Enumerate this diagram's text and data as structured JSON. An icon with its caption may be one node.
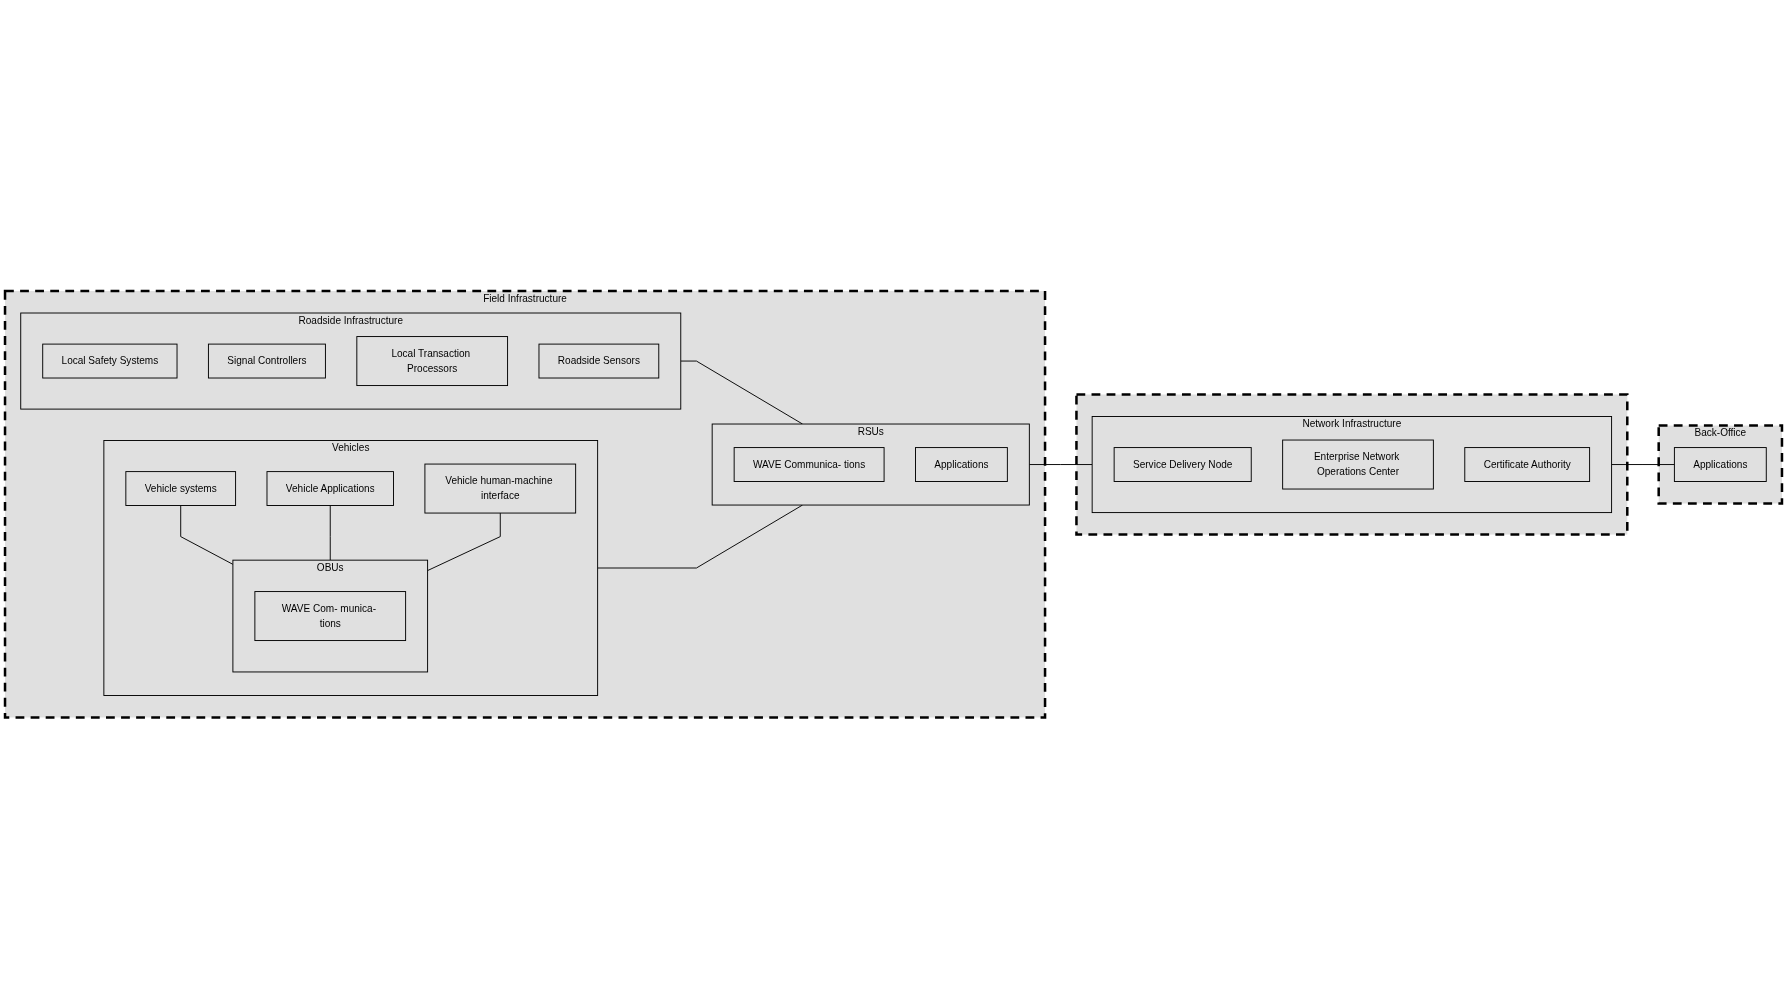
{
  "diagram": {
    "nodes": [
      {
        "text": [
          "Field Infrastructure"
        ]
      },
      {
        "text": [
          "Roadside Infrastructure"
        ],
        "in": 0
      },
      {
        "text": [
          "Local Safety Systems"
        ],
        "in": 1
      },
      {
        "text": [
          "Signal Controllers"
        ],
        "in": 1
      },
      {
        "text": [
          "Local Transaction Processors"
        ],
        "in": 1
      },
      {
        "text": [
          "Roadside Sensors"
        ],
        "in": 1
      },
      {
        "text": [
          "Vehicles"
        ],
        "in": 0
      },
      {
        "text": [
          "Vehicle systems"
        ],
        "in": 6
      },
      {
        "text": [
          "Vehicle Applications"
        ],
        "in": 6
      },
      {
        "text": [
          "Vehicle human-machine interface"
        ],
        "in": 6
      },
      {
        "text": [
          "OBUs"
        ],
        "in": 6
      },
      {
        "text": [
          "WAVE Com- munica- tions"
        ],
        "in": 10
      },
      {
        "text": [
          "RSUs"
        ],
        "in": 0
      },
      {
        "text": [
          "WAVE Communica- tions"
        ],
        "in": 12
      },
      {
        "text": [
          "Applications"
        ],
        "in": 12
      },
      {
        "text": [],
        "shape": "box"
      },
      {
        "text": [
          "Network Infrastructure"
        ],
        "in": 15
      },
      {
        "text": [
          "Service Delivery Node"
        ],
        "in": 16
      },
      {
        "text": [
          "Enterprise Network Operations Center"
        ],
        "in": 16
      },
      {
        "text": [
          "Certificate Authority"
        ],
        "in": 16
      },
      {
        "text": [
          "Back-Office"
        ]
      },
      {
        "text": [
          "Applications"
        ],
        "in": 20
      }
    ],
    "edges": [
      {
        "from": 1,
        "to": 12,
        "arrow": "none"
      },
      {
        "from": 7,
        "to": 10,
        "arrow": "none"
      },
      {
        "from": 8,
        "to": 10,
        "arrow": "none"
      },
      {
        "from": 9,
        "to": 10,
        "arrow": "none"
      },
      {
        "from": 6,
        "to": 12,
        "arrow": "none"
      },
      {
        "from": 12,
        "to": 16,
        "arrow": "none"
      },
      {
        "from": 16,
        "to": 21,
        "arrow": "none"
      }
    ]
  }
}
